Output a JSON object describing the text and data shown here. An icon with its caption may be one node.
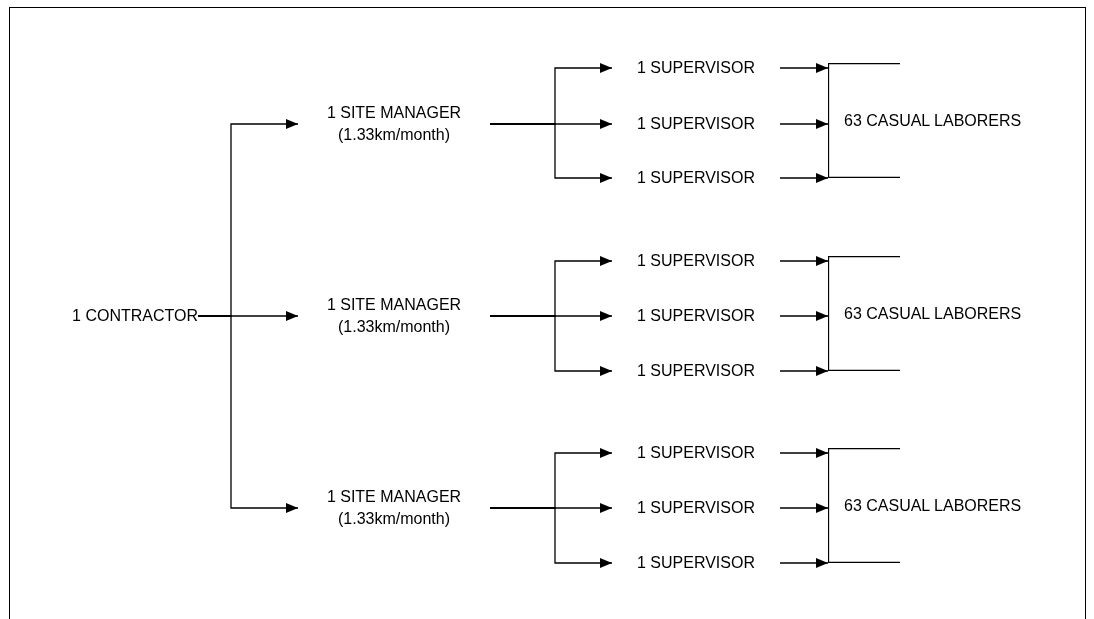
{
  "diagram": {
    "nodes": [
      {
        "text": [
          "1 CONTRACTOR"
        ]
      },
      {
        "text": [
          "1 SITE MANAGER",
          "(1.33km/month)"
        ]
      },
      {
        "text": [
          "1 SITE MANAGER",
          "(1.33km/month)"
        ]
      },
      {
        "text": [
          "1 SITE MANAGER",
          "(1.33km/month)"
        ]
      },
      {
        "text": [
          "1 SUPERVISOR"
        ]
      },
      {
        "text": [
          "1 SUPERVISOR"
        ]
      },
      {
        "text": [
          "1 SUPERVISOR"
        ]
      },
      {
        "text": [
          "1 SUPERVISOR"
        ]
      },
      {
        "text": [
          "1 SUPERVISOR"
        ]
      },
      {
        "text": [
          "1 SUPERVISOR"
        ]
      },
      {
        "text": [
          "1 SUPERVISOR"
        ]
      },
      {
        "text": [
          "1 SUPERVISOR"
        ]
      },
      {
        "text": [
          "1 SUPERVISOR"
        ]
      },
      {
        "text": [
          "63 CASUAL LABORERS"
        ]
      },
      {
        "text": [
          "63 CASUAL LABORERS"
        ]
      },
      {
        "text": [
          "63 CASUAL LABORERS"
        ]
      }
    ],
    "edges": [
      {
        "from": 0,
        "to": 1,
        "arrow": "to"
      },
      {
        "from": 0,
        "to": 2,
        "arrow": "to"
      },
      {
        "from": 0,
        "to": 3,
        "arrow": "to"
      },
      {
        "from": 1,
        "to": 4,
        "arrow": "to"
      },
      {
        "from": 1,
        "to": 5,
        "arrow": "to"
      },
      {
        "from": 1,
        "to": 6,
        "arrow": "to"
      },
      {
        "from": 2,
        "to": 7,
        "arrow": "to"
      },
      {
        "from": 2,
        "to": 8,
        "arrow": "to"
      },
      {
        "from": 2,
        "to": 9,
        "arrow": "to"
      },
      {
        "from": 3,
        "to": 10,
        "arrow": "to"
      },
      {
        "from": 3,
        "to": 11,
        "arrow": "to"
      },
      {
        "from": 3,
        "to": 12,
        "arrow": "to"
      },
      {
        "from": 4,
        "to": 13,
        "arrow": "to"
      },
      {
        "from": 5,
        "to": 13,
        "arrow": "to"
      },
      {
        "from": 6,
        "to": 13,
        "arrow": "to"
      },
      {
        "from": 7,
        "to": 14,
        "arrow": "to"
      },
      {
        "from": 8,
        "to": 14,
        "arrow": "to"
      },
      {
        "from": 9,
        "to": 14,
        "arrow": "to"
      },
      {
        "from": 10,
        "to": 15,
        "arrow": "to"
      },
      {
        "from": 11,
        "to": 15,
        "arrow": "to"
      },
      {
        "from": 12,
        "to": 15,
        "arrow": "to"
      }
    ]
  }
}
